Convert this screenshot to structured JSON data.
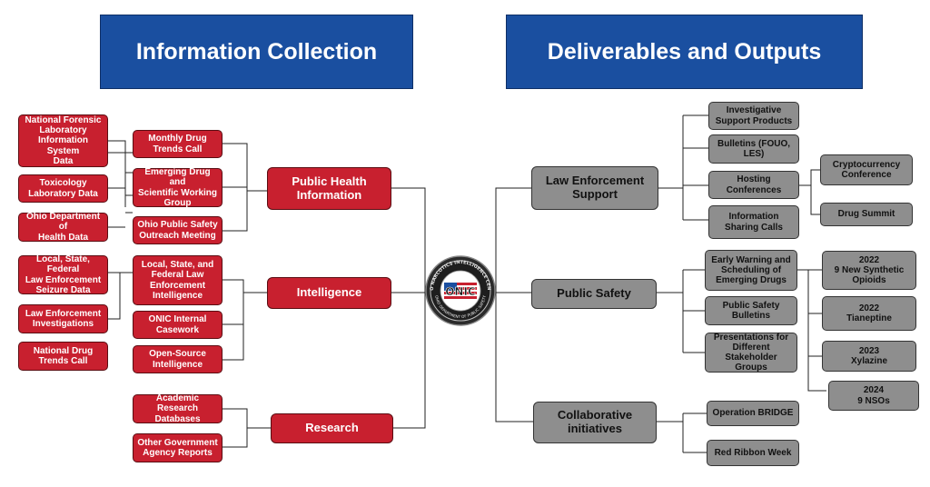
{
  "headers": {
    "left": "Information Collection",
    "right": "Deliverables and Outputs"
  },
  "colors": {
    "banner": "#1a4fa0",
    "red": "#c8202f",
    "grey": "#8e8e8e"
  },
  "logo": {
    "ring_text": "OHIO NARCOTICS INTELLIGENCE CENTER",
    "ring_text_bottom": "OHIO DEPARTMENT OF PUBLIC SAFETY",
    "monogram": "ONIC"
  },
  "left": {
    "sources": {
      "nflis": "National Forensic\nLaboratory\nInformation System\nData",
      "tox": "Toxicology\nLaboratory Data",
      "ohio_health": "Ohio Department of\nHealth Data",
      "seizure": "Local, State, Federal\nLaw Enforcement\nSeizure Data",
      "le_investigations": "Law Enforcement\nInvestigations",
      "ndtc": "National Drug\nTrends Call"
    },
    "inputs": {
      "monthly": "Monthly Drug\nTrends Call",
      "emerging_group": "Emerging Drug and\nScientific Working\nGroup",
      "outreach": "Ohio Public Safety\nOutreach Meeting",
      "le_intel": "Local, State, and\nFederal Law\nEnforcement\nIntelligence",
      "casework": "ONIC Internal\nCasework",
      "osint": "Open-Source\nIntelligence",
      "academic": "Academic Research\nDatabases",
      "gov_reports": "Other Government\nAgency Reports"
    },
    "categories": {
      "public_health": "Public Health\nInformation",
      "intelligence": "Intelligence",
      "research": "Research"
    }
  },
  "right": {
    "categories": {
      "les": "Law Enforcement\nSupport",
      "ps": "Public Safety",
      "collab": "Collaborative\ninitiatives"
    },
    "outputs": {
      "isp": "Investigative\nSupport Products",
      "bulletins": "Bulletins (FOUO,\nLES)",
      "hosting": "Hosting\nConferences",
      "info_calls": "Information\nSharing Calls",
      "crypto": "Cryptocurrency\nConference",
      "drug_summit": "Drug Summit",
      "early_warning": "Early Warning and\nScheduling of\nEmerging Drugs",
      "ps_bulletins": "Public Safety\nBulletins",
      "presentations": "Presentations for\nDifferent\nStakeholder Groups",
      "y2022a": "2022\n9 New Synthetic\nOpioids",
      "y2022b": "2022\nTianeptine",
      "y2023": "2023\nXylazine",
      "y2024": "2024\n9 NSOs",
      "bridge": "Operation BRIDGE",
      "red_ribbon": "Red Ribbon Week"
    }
  }
}
